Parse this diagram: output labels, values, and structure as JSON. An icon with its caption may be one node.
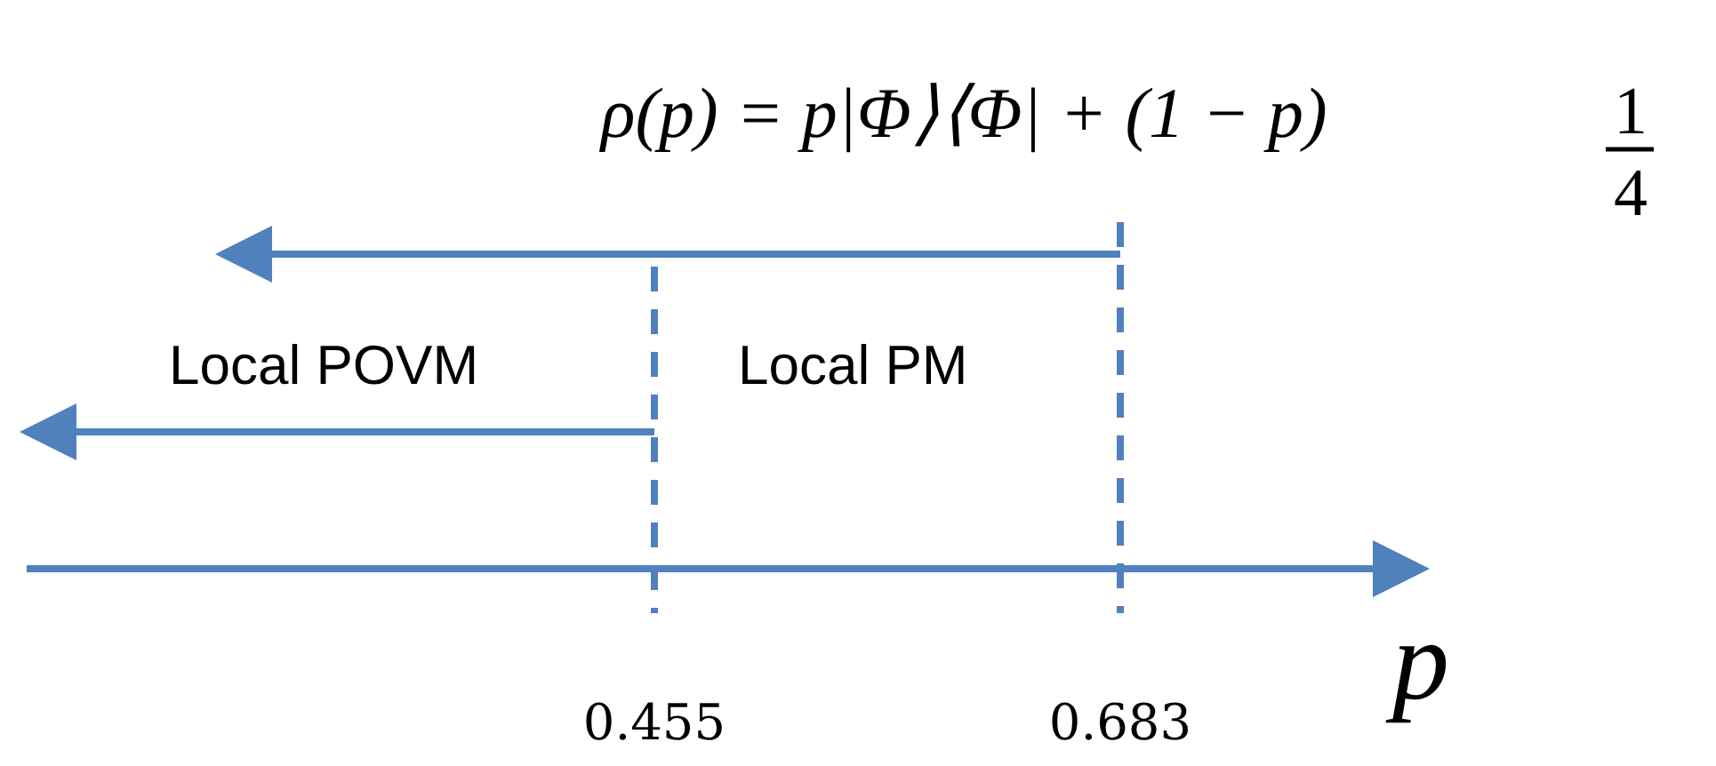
{
  "diagram": {
    "labels": [
      "ρ(p) = p|Φ⟩⟨Φ| + (1 − p)",
      "1",
      "4",
      "Local POVM",
      "Local PM",
      "p",
      "0.455",
      "0.683"
    ]
  }
}
